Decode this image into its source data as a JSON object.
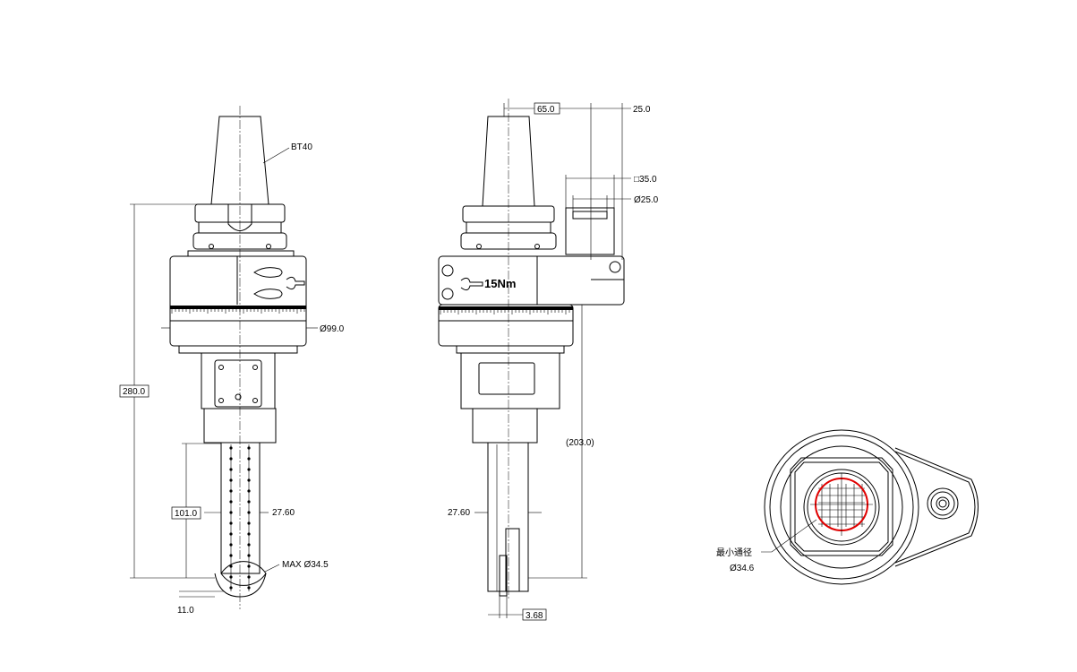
{
  "front_view": {
    "labels": {
      "taper": "BT40",
      "diameter_body": "Ø99.0",
      "total_length": "280.0",
      "shaft_length": "101.0",
      "shaft_width": "27.60",
      "ball_dia": "MAX Ø34.5",
      "ball_offset": "11.0"
    }
  },
  "side_view": {
    "labels": {
      "offset": "65.0",
      "motor_offset": "25.0",
      "motor_square": "□35.0",
      "motor_dia": "Ø25.0",
      "torque": "15Nm",
      "ref_length": "(203.0)",
      "shaft_width": "27.60",
      "blade_thickness": "3.68"
    }
  },
  "bottom_view": {
    "labels": {
      "min_bore_label": "最小通径",
      "min_bore_value": "Ø34.6"
    },
    "highlight_color": "#e00000"
  }
}
